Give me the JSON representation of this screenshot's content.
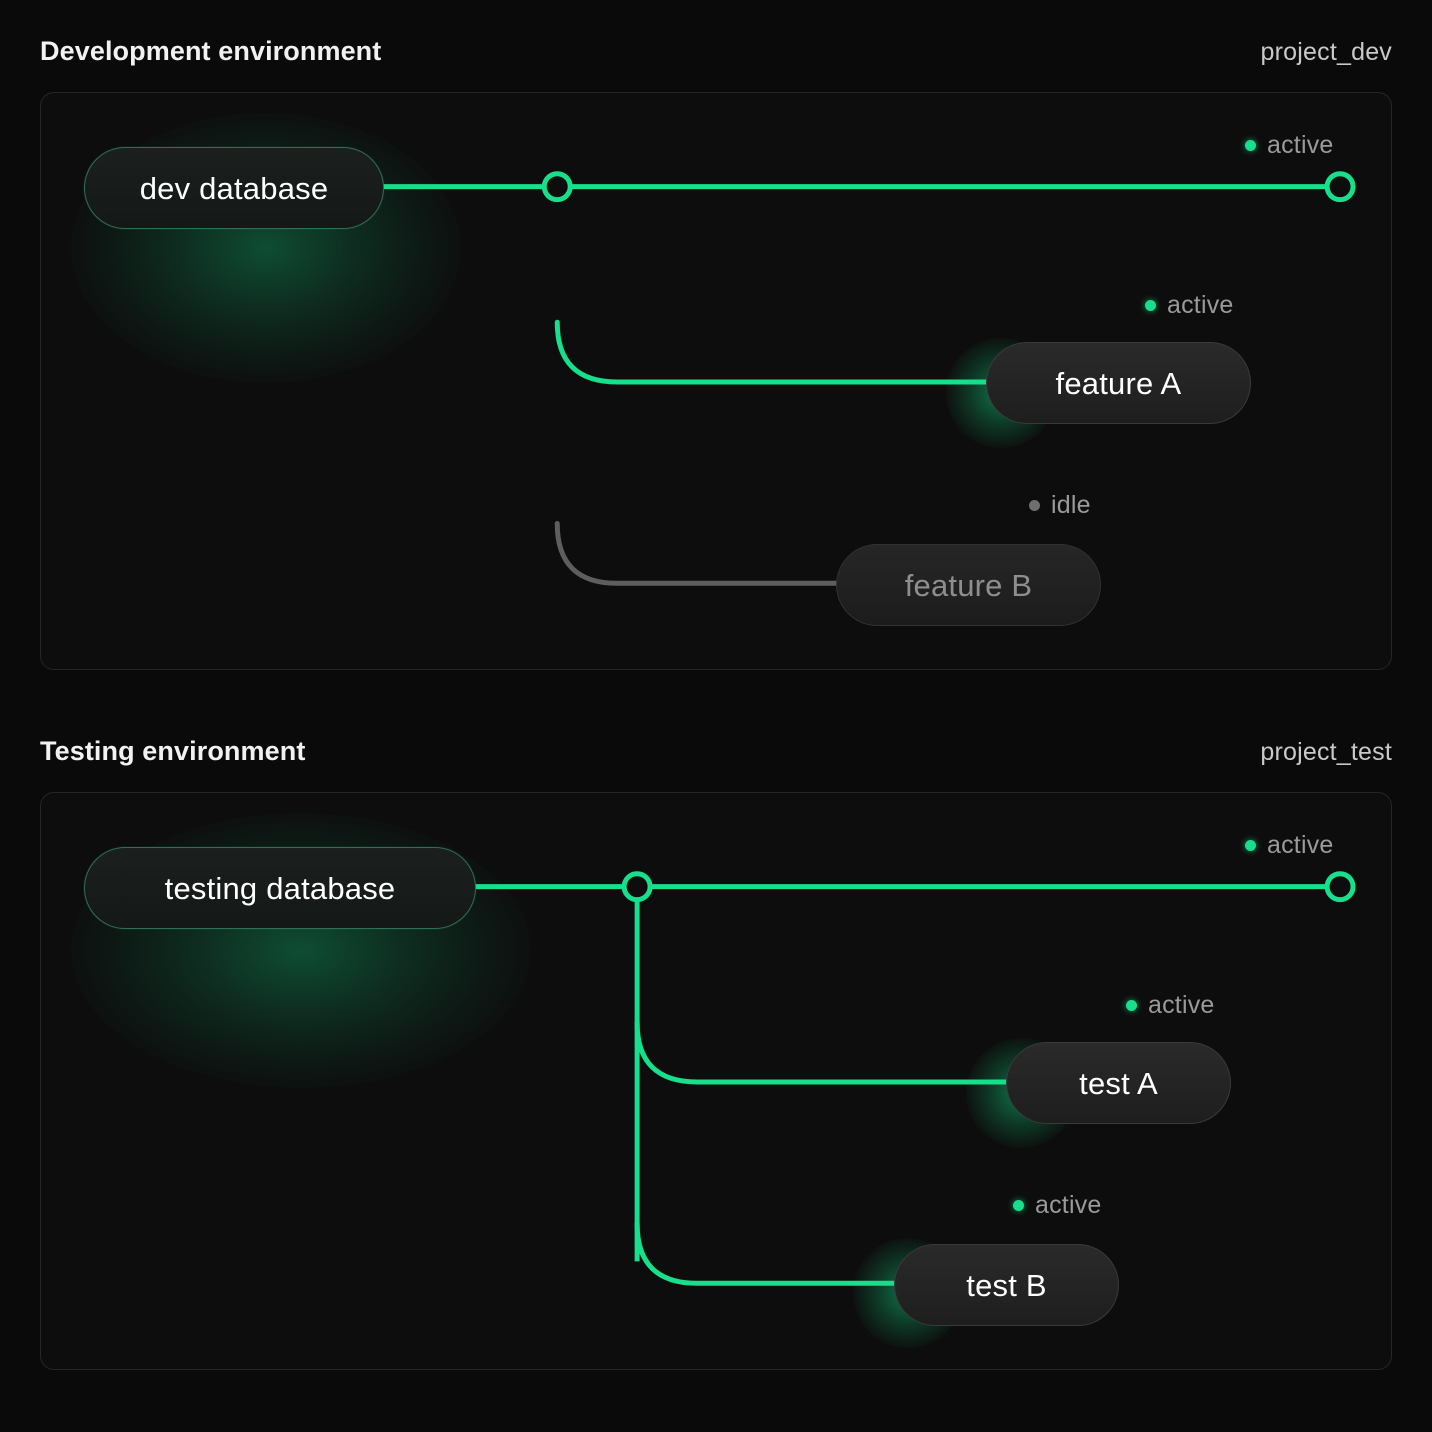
{
  "theme": {
    "background": "#0a0a0a",
    "panel_background": "#0d0d0d",
    "panel_border": "#262626",
    "accent_active": "#16e08c",
    "accent_idle": "#6f6f6f",
    "text_primary": "#ffffff",
    "text_muted": "#9a9a9a"
  },
  "sections": [
    {
      "title": "Development environment",
      "project": "project_dev",
      "nodes": [
        {
          "label": "dev database",
          "kind": "database",
          "status": "active"
        },
        {
          "label": "feature A",
          "kind": "branch",
          "status": "active"
        },
        {
          "label": "feature B",
          "kind": "branch",
          "status": "idle"
        }
      ],
      "statuses": [
        {
          "label": "active",
          "state": "active"
        },
        {
          "label": "active",
          "state": "active"
        },
        {
          "label": "idle",
          "state": "idle"
        }
      ]
    },
    {
      "title": "Testing environment",
      "project": "project_test",
      "nodes": [
        {
          "label": "testing database",
          "kind": "database",
          "status": "active"
        },
        {
          "label": "test A",
          "kind": "branch",
          "status": "active"
        },
        {
          "label": "test B",
          "kind": "branch",
          "status": "active"
        }
      ],
      "statuses": [
        {
          "label": "active",
          "state": "active"
        },
        {
          "label": "active",
          "state": "active"
        },
        {
          "label": "active",
          "state": "active"
        }
      ]
    }
  ]
}
